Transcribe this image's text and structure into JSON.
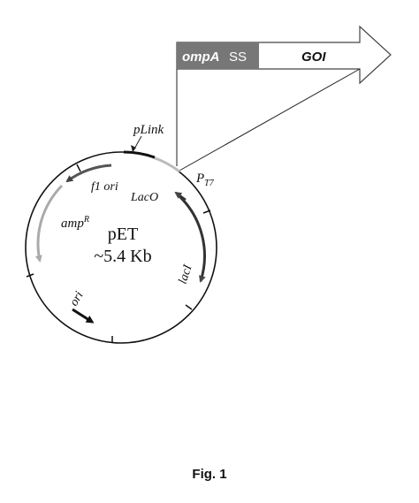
{
  "construct": {
    "signal_gene": "ompA",
    "signal_suffix": "SS",
    "insert_label": "GOI"
  },
  "plasmid": {
    "name": "pET",
    "size": "~5.4 Kb",
    "features": {
      "plink": "pLink",
      "lacO": "LacO",
      "promoter_base": "P",
      "promoter_sub": "T7",
      "f1_ori": "f1 ori",
      "amp_base": "amp",
      "amp_sup": "R",
      "lacI": "lacI",
      "ori": "ori"
    }
  },
  "caption": "Fig. 1",
  "colors": {
    "ss_box": "#777777",
    "ink": "#111111",
    "amp_arrow": "#aaaaaa",
    "f1_arrow": "#555555",
    "lacI_arrow": "#333333",
    "lacO_segment": "#bbbbbb"
  }
}
